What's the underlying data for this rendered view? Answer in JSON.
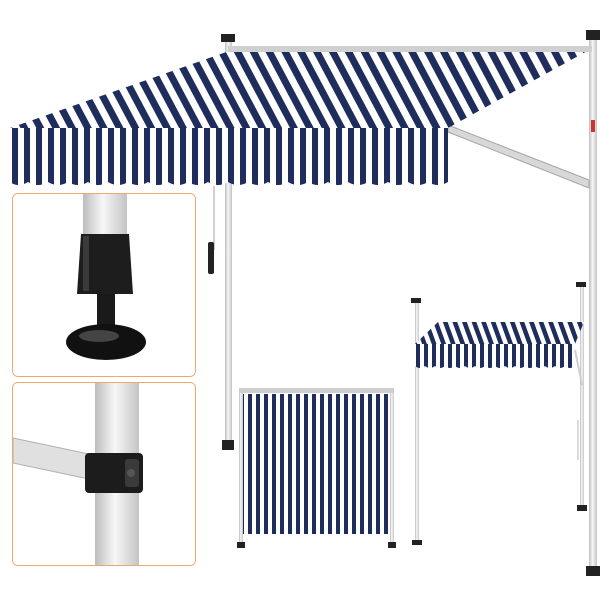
{
  "image": {
    "subject": "retractable-awning-product-photo",
    "colors": {
      "stripe_navy": "#1f2d5c",
      "stripe_white": "#ffffff",
      "pole": "#e6e6e6",
      "pole_shadow": "#b8b8b8",
      "hardware": "#1a1a1a",
      "inset_border": "#f0a868"
    },
    "insets": [
      {
        "name": "pole-foot-detail",
        "icon": "rubber-foot-icon"
      },
      {
        "name": "arm-clamp-detail",
        "icon": "clamp-icon"
      }
    ],
    "views": [
      "extended-awning",
      "rolled-down-screen",
      "small-extended-awning"
    ]
  }
}
